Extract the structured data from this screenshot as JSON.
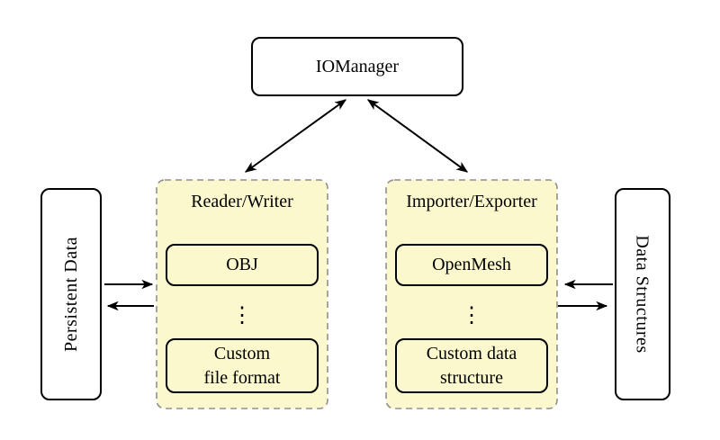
{
  "diagram": {
    "io_manager": {
      "label": "IOManager"
    },
    "left_panel": {
      "label": "Persistent Data"
    },
    "right_panel": {
      "label": "Data Structures"
    },
    "groups": [
      {
        "title": "Reader/Writer",
        "ellipsis": "⋮",
        "items": [
          {
            "label": "OBJ"
          },
          {
            "lines": [
              "Custom",
              "file format"
            ]
          }
        ]
      },
      {
        "title": "Importer/Exporter",
        "ellipsis": "⋮",
        "items": [
          {
            "label": "OpenMesh"
          },
          {
            "lines": [
              "Custom data",
              "structure"
            ]
          }
        ]
      }
    ],
    "colors": {
      "group_fill": "#fcf8cd",
      "group_border": "#8f8f8f",
      "node_border": "#000000",
      "arrow": "#000000",
      "background": "#ffffff",
      "text": "#000000"
    }
  }
}
